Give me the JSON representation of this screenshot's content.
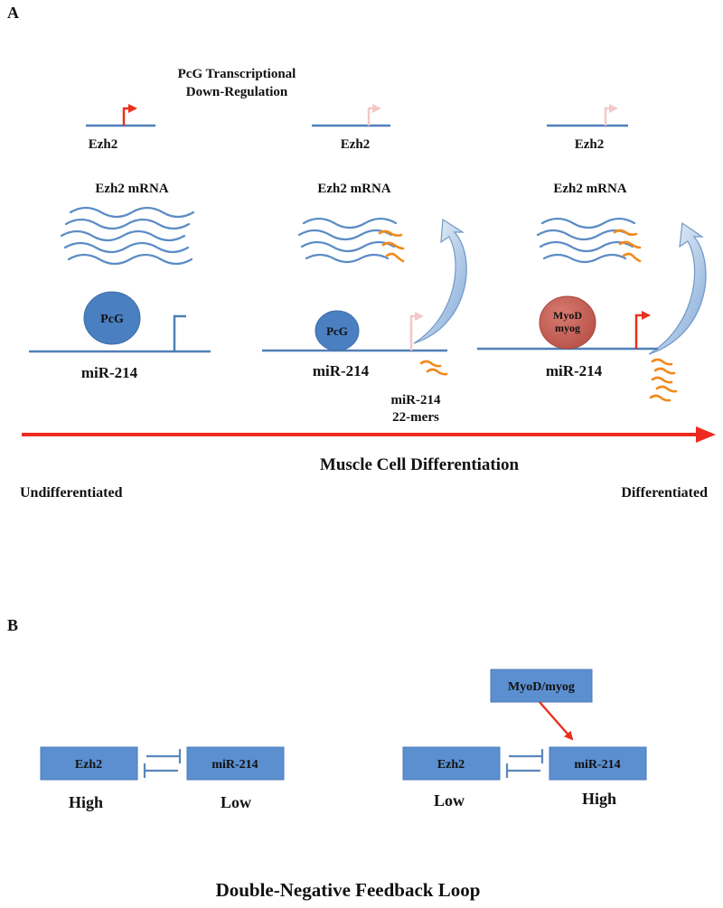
{
  "panel_a": {
    "label": "A",
    "pcg_regulation_line1": "PcG Transcriptional",
    "pcg_regulation_line2": "Down-Regulation",
    "gene_label_1": "Ezh2",
    "gene_label_2": "Ezh2",
    "gene_label_3": "Ezh2",
    "mrna_label_1": "Ezh2 mRNA",
    "mrna_label_2": "Ezh2 mRNA",
    "mrna_label_3": "Ezh2 mRNA",
    "pcg_label_1": "PcG",
    "pcg_label_2": "PcG",
    "myod_line1": "MyoD",
    "myod_line2": "myog",
    "mir_label_1": "miR-214",
    "mir_label_2": "miR-214",
    "mir_label_3": "miR-214",
    "mer_line1": "miR-214",
    "mer_line2": "22-mers",
    "axis_label": "Muscle Cell Differentiation",
    "left_label": "Undifferentiated",
    "right_label": "Differentiated"
  },
  "panel_b": {
    "label": "B",
    "left_ezh2": "Ezh2",
    "left_mir": "miR-214",
    "left_ezh2_level": "High",
    "left_mir_level": "Low",
    "right_ezh2": "Ezh2",
    "right_mir": "miR-214",
    "right_ezh2_level": "Low",
    "right_mir_level": "High",
    "myod": "MyoD/myog",
    "title": "Double-Negative Feedback Loop"
  },
  "colors": {
    "gene_line": "#4f7fb8",
    "pcg": "#4a7fc1",
    "myod": "#c8645a",
    "mirna": "#f08a1c",
    "axis_arrow": "#ee2a1f",
    "box": "#5b8fd0",
    "active_promoter": "#e8301c",
    "weak_promoter": "#f2c8c8"
  }
}
